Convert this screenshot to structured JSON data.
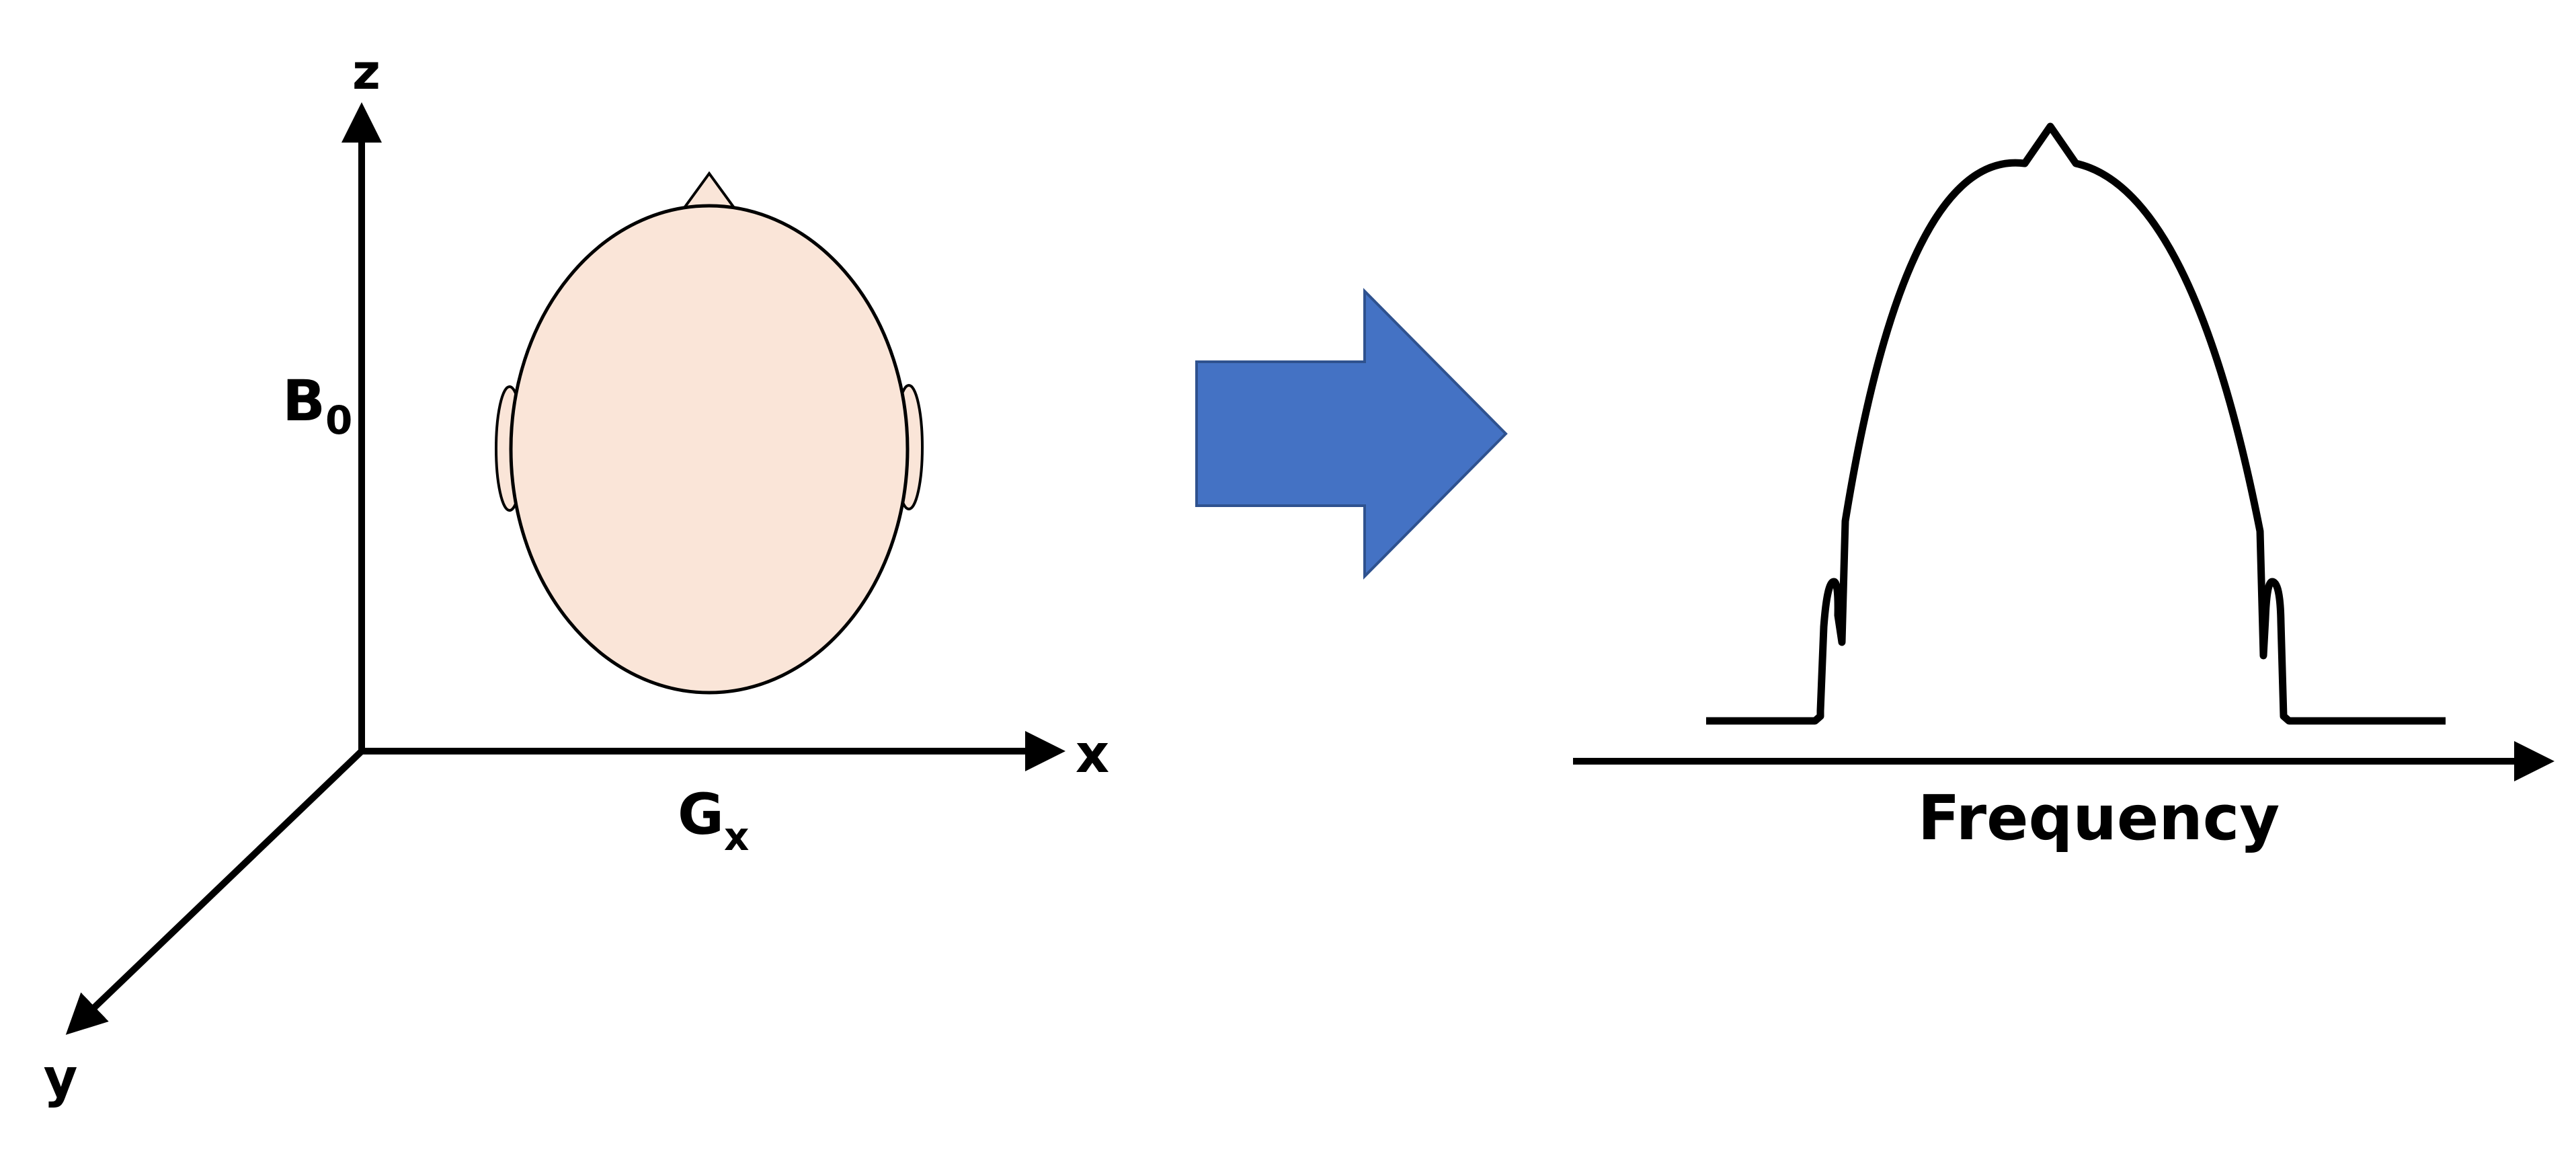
{
  "diagram": {
    "axes": {
      "z": "z",
      "x": "x",
      "y": "y"
    },
    "field": {
      "main": "B",
      "sub": "0"
    },
    "gradient": {
      "main": "G",
      "sub": "x"
    },
    "spectrum": {
      "axis_label": "Frequency"
    }
  },
  "colors": {
    "head_fill": "#fae5d8",
    "arrow_fill": "#4472c4",
    "arrow_stroke": "#2f528f",
    "line": "#000000"
  }
}
